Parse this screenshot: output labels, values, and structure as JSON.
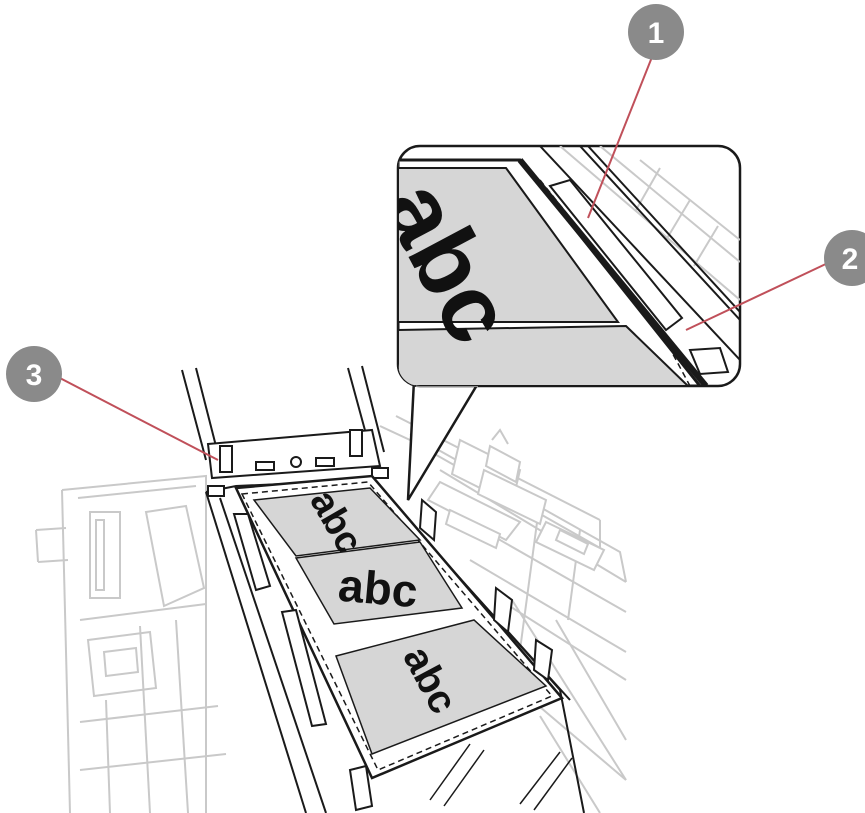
{
  "callouts": [
    {
      "id": "1",
      "label": "1"
    },
    {
      "id": "2",
      "label": "2"
    },
    {
      "id": "3",
      "label": "3"
    }
  ],
  "documents": [
    {
      "text": "abc"
    },
    {
      "text": "abc"
    },
    {
      "text": "abc"
    }
  ],
  "zoom_document_text": "abc",
  "colors": {
    "callout_line": "#c0505a",
    "badge": "#8a8a8a",
    "document_fill": "#d6d6d6",
    "scanner_outline": "#c9c9c9",
    "holder_outline": "#1a1a1a"
  }
}
